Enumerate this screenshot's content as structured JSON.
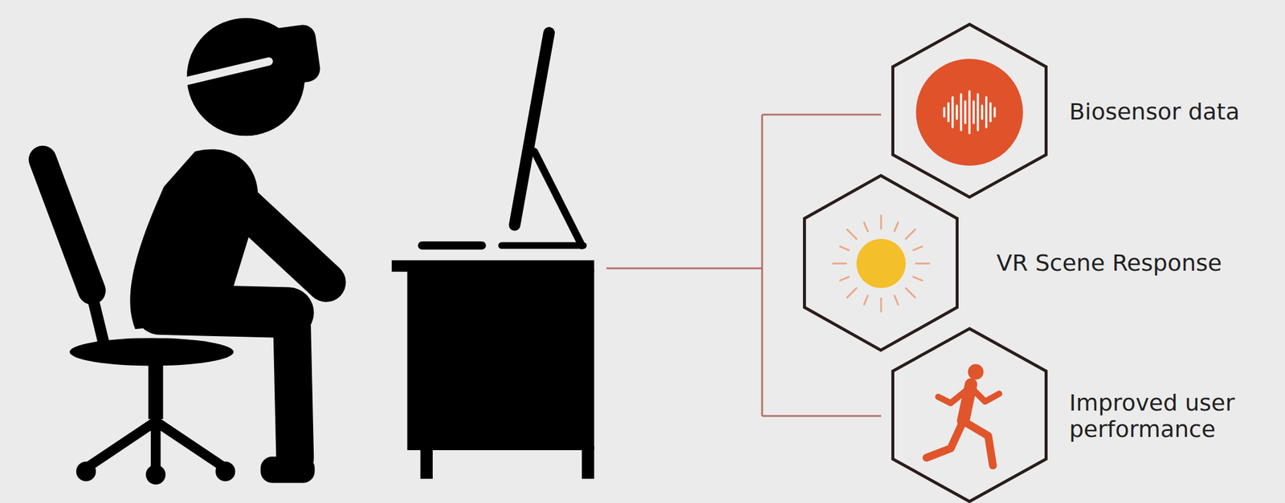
{
  "diagram": {
    "nodes": [
      {
        "text": [
          "Biosensor data"
        ]
      },
      {
        "text": [
          "VR Scene Response"
        ]
      },
      {
        "text": [
          "Improved user performance"
        ]
      }
    ]
  }
}
